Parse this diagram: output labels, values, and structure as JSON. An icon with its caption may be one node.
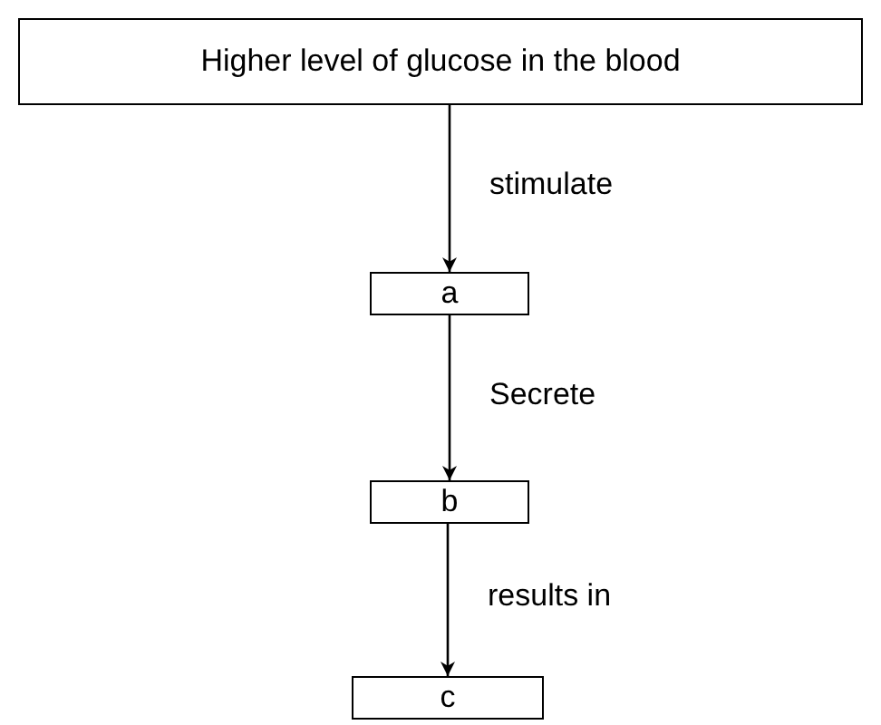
{
  "diagram": {
    "nodes": [
      {
        "text": [
          "Higher level of glucose in the blood"
        ]
      },
      {
        "text": [
          "a"
        ]
      },
      {
        "text": [
          "b"
        ]
      },
      {
        "text": [
          "c"
        ]
      }
    ],
    "edges": [
      {
        "from": 0,
        "to": 1,
        "arrow": "to",
        "label": "stimulate"
      },
      {
        "from": 1,
        "to": 2,
        "arrow": "to",
        "label": "Secrete"
      },
      {
        "from": 2,
        "to": 3,
        "arrow": "to",
        "label": "results in"
      }
    ]
  }
}
